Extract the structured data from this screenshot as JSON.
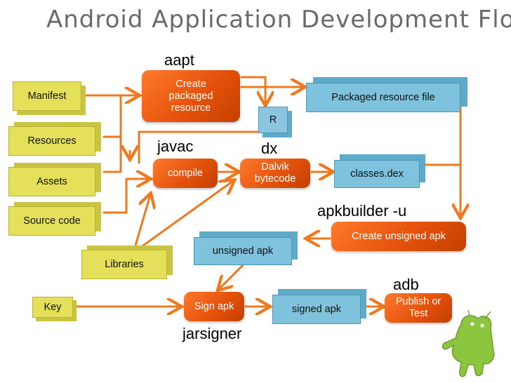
{
  "title": "Android Application Development Flow",
  "tools": {
    "aapt": "aapt",
    "javac": "javac",
    "dx": "dx",
    "apkbuilder": "apkbuilder -u",
    "adb": "adb",
    "jarsigner": "jarsigner"
  },
  "inputs": {
    "manifest": "Manifest",
    "resources": "Resources",
    "assets": "Assets",
    "source_code": "Source code",
    "libraries": "Libraries",
    "key": "Key"
  },
  "processes": {
    "create_package": "Create packaged resource",
    "compile": "compile",
    "dalvik": "Dalvik bytecode",
    "create_unsigned": "Create unsigned apk",
    "sign": "Sign apk",
    "publish": "Publish or Test"
  },
  "artifacts": {
    "packaged_resource": "Packaged resource file",
    "r": "R",
    "classes_dex": "classes.dex",
    "unsigned_apk": "unsigned apk",
    "signed_apk": "signed apk"
  },
  "colors": {
    "input_fill": "#e4e05a",
    "artifact_fill": "#7ec2de",
    "process_fill": "#e5520b",
    "arrow": "#f0781e",
    "android": "#8cc63f"
  },
  "icon": "android-robot-icon"
}
